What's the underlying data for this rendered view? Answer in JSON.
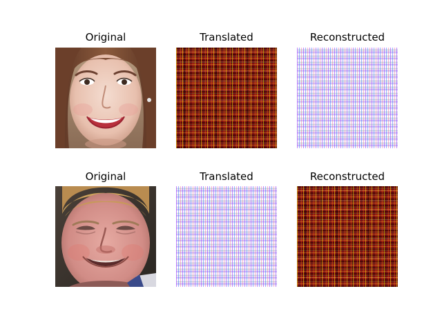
{
  "figure": {
    "rows": [
      {
        "panels": [
          {
            "title": "Original",
            "content": "face-woman-smiling"
          },
          {
            "title": "Translated",
            "content": "noise-red-pattern"
          },
          {
            "title": "Reconstructed",
            "content": "noise-light-pattern"
          }
        ]
      },
      {
        "panels": [
          {
            "title": "Original",
            "content": "face-man-smiling"
          },
          {
            "title": "Translated",
            "content": "noise-light-pattern"
          },
          {
            "title": "Reconstructed",
            "content": "noise-red-pattern"
          }
        ]
      }
    ]
  }
}
